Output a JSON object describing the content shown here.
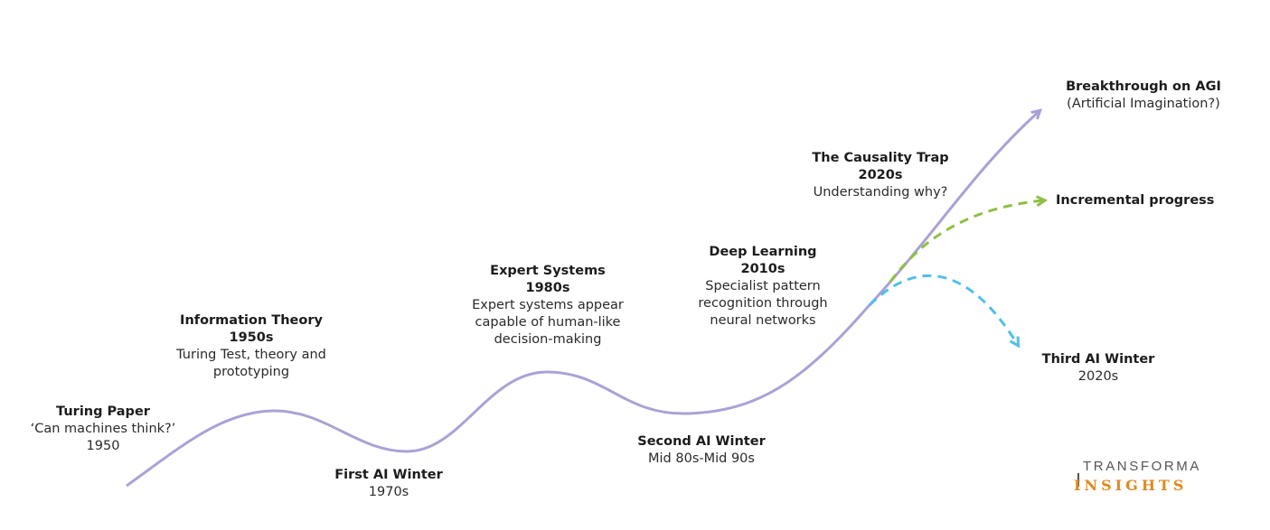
{
  "colors": {
    "main_curve": "#a9a2d6",
    "incremental": "#8fbf44",
    "winter": "#4fc0e6",
    "logo_accent": "#e08a1e"
  },
  "milestones": {
    "turing_paper": {
      "title": "Turing Paper",
      "sub": "‘Can machines think?’",
      "date": "1950"
    },
    "information_theory": {
      "title": "Information Theory",
      "date": "1950s",
      "sub": "Turing Test, theory and prototyping"
    },
    "first_ai_winter": {
      "title": "First AI Winter",
      "date": "1970s"
    },
    "expert_systems": {
      "title": "Expert Systems",
      "date": "1980s",
      "sub": "Expert systems appear capable of human-like decision-making"
    },
    "second_ai_winter": {
      "title": "Second AI Winter",
      "date": "Mid 80s-Mid 90s"
    },
    "deep_learning": {
      "title": "Deep Learning",
      "date": "2010s",
      "sub": "Specialist pattern recognition through neural networks"
    },
    "causality_trap": {
      "title": "The Causality Trap",
      "date": "2020s",
      "sub": "Understanding why?"
    }
  },
  "outcomes": {
    "agi": {
      "title": "Breakthrough on AGI",
      "sub": "(Artificial Imagination?)"
    },
    "incremental": {
      "title": "Incremental progress"
    },
    "third_winter": {
      "title": "Third AI Winter",
      "date": "2020s"
    }
  },
  "logo": {
    "line1": "TRANSFORMA",
    "line2": "INSIGHTS"
  }
}
